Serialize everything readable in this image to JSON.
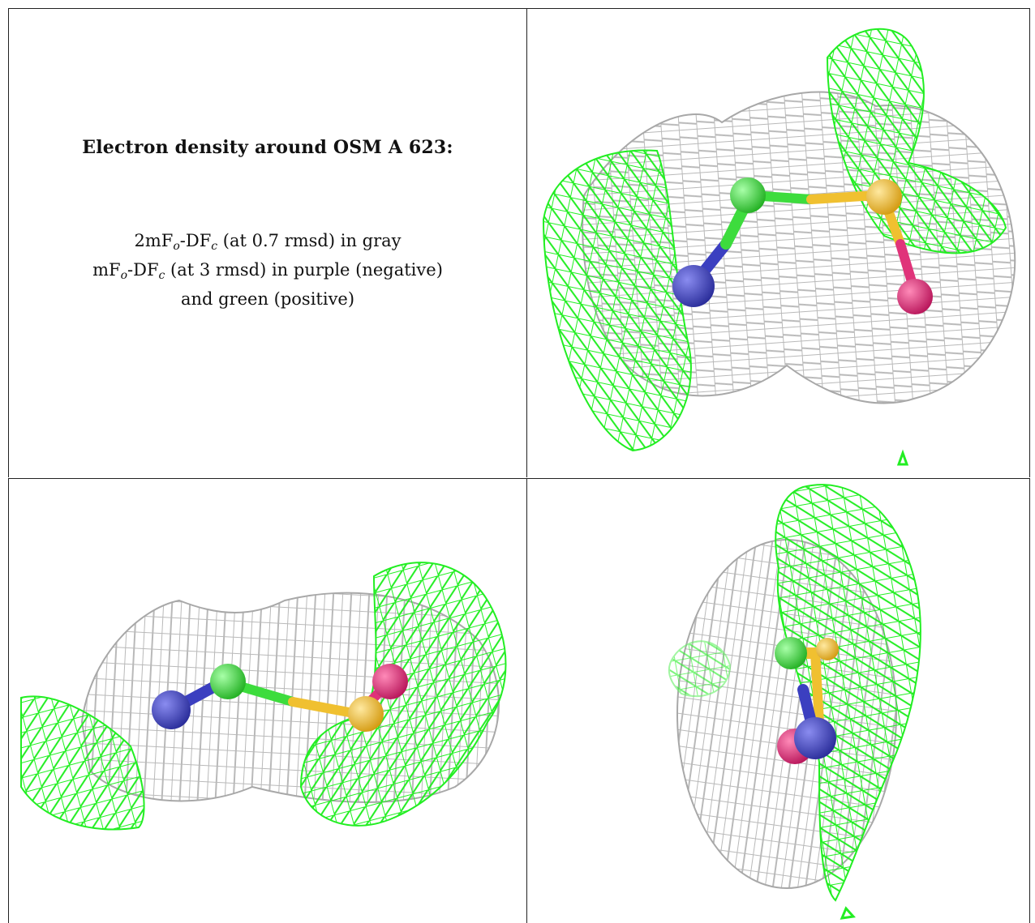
{
  "caption": {
    "title": "Electron density around OSM A 623:",
    "line1": {
      "pre": "2mF",
      "sub1": "o",
      "mid": "-DF",
      "sub2": "c",
      "post": " (at 0.7 rmsd) in gray"
    },
    "line2": {
      "pre": "mF",
      "sub1": "o",
      "mid": "-DF",
      "sub2": "c",
      "post": " (at 3 rmsd) in purple (negative)"
    },
    "line3": "and green (positive)"
  },
  "colors": {
    "mesh_2fofc": "#b9b9b9",
    "mesh_positive": "#22ee22",
    "atom_nitrogen": "#3b3fc0",
    "atom_carbon": "#3ddc3d",
    "atom_sulfur": "#f0c030",
    "atom_oxygen": "#e0337a"
  },
  "icons": [
    "molecule-view-1",
    "molecule-view-2",
    "molecule-view-3"
  ]
}
